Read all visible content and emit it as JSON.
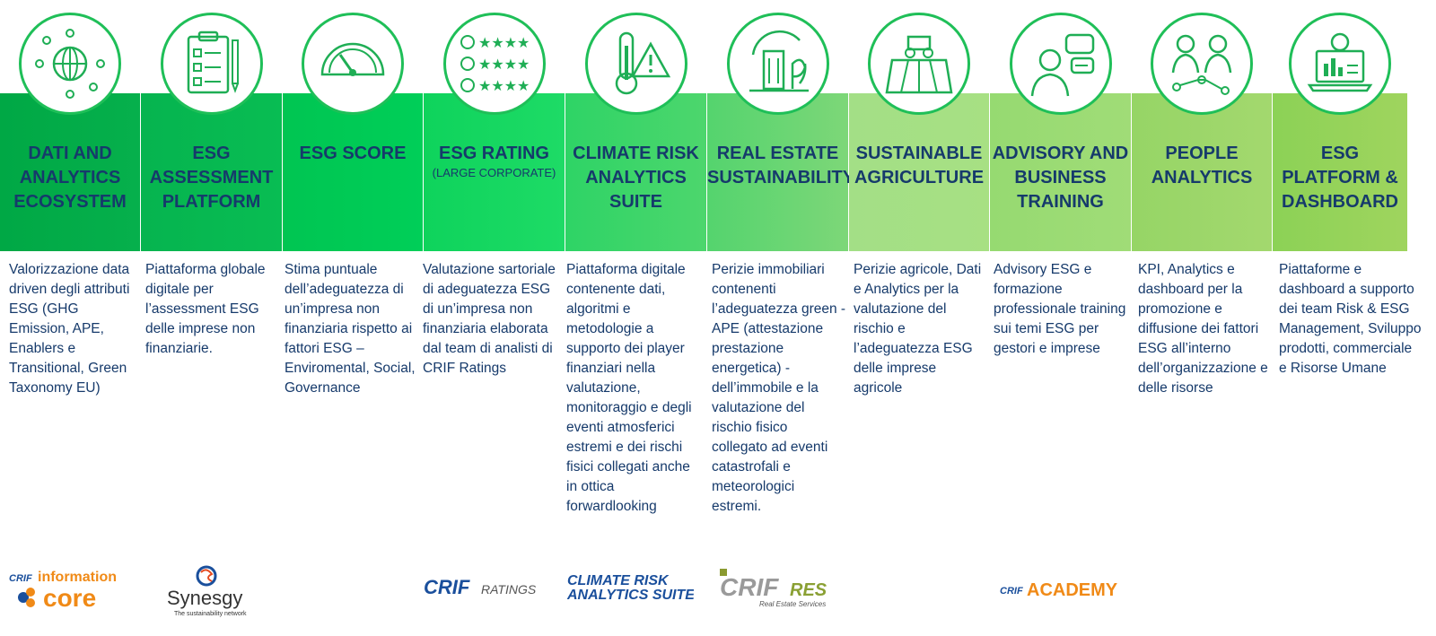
{
  "columns": [
    {
      "title": "DATI AND ANALYTICS ECOSYSTEM",
      "subtitle": "",
      "icon": "globe-network-icon",
      "description": "Valorizzazione data driven degli attributi ESG (GHG Emission, APE,  Enablers e Transitional, Green Taxonomy EU)"
    },
    {
      "title": "ESG ASSESSMENT PLATFORM",
      "subtitle": "",
      "icon": "clipboard-checklist-icon",
      "description": "Piattaforma globale digitale per l’assessment ESG delle imprese non finanziarie."
    },
    {
      "title": "ESG SCORE",
      "subtitle": "",
      "icon": "gauge-icon",
      "description": "Stima puntuale dell’adeguatezza di un’impresa non finanziaria rispetto ai fattori ESG – Enviromental, Social, Governance"
    },
    {
      "title": "ESG RATING",
      "subtitle": "(LARGE CORPORATE)",
      "icon": "star-rating-faces-icon",
      "description": "Valutazione sartoriale di adeguatezza ESG di un’impresa non finanziaria elaborata dal team di analisti di CRIF Ratings"
    },
    {
      "title": "CLIMATE RISK ANALYTICS SUITE",
      "subtitle": "",
      "icon": "thermometer-warning-icon",
      "description": "Piattaforma digitale contenente dati, algoritmi e metodologie a supporto dei player finanziari nella valutazione, monitoraggio e degli eventi atmosferici estremi e dei rischi fisici collegati anche in ottica forwardlooking"
    },
    {
      "title": "REAL ESTATE SUSTAINABILITY",
      "subtitle": "",
      "icon": "green-building-icon",
      "description": "Perizie immobiliari contenenti l’adeguatezza green - APE (attestazione prestazione energetica) - dell’immobile e la valutazione del rischio fisico collegato ad eventi catastrofali e meteorologici estremi."
    },
    {
      "title": "SUSTAINABLE AGRICULTURE",
      "subtitle": "",
      "icon": "tractor-field-icon",
      "description": "Perizie agricole, Dati e Analytics per la valutazione del rischio e l’adeguatezza ESG delle imprese agricole"
    },
    {
      "title": "ADVISORY AND BUSINESS TRAINING",
      "subtitle": "",
      "icon": "advisor-chat-icon",
      "description": "Advisory ESG e formazione professionale training sui temi ESG per gestori e imprese"
    },
    {
      "title": "PEOPLE ANALYTICS",
      "subtitle": "",
      "icon": "people-network-icon",
      "description": "KPI, Analytics e dashboard per la promozione e diffusione dei fattori ESG all’interno dell’organizzazione e delle risorse"
    },
    {
      "title": "ESG PLATFORM & DASHBOARD",
      "subtitle": "",
      "icon": "laptop-dashboard-icon",
      "description": "Piattaforme e dashboard a supporto dei team Risk & ESG Management, Sviluppo prodotti, commerciale e Risorse Umane"
    }
  ],
  "logos": [
    {
      "name": "crif-information-core-logo",
      "line1": "CRIF",
      "line2": "information",
      "line3": "core"
    },
    {
      "name": "synesgy-logo",
      "line1": "Synesgy",
      "line2": "The sustainability network"
    },
    {
      "name": "crif-ratings-logo",
      "line1": "CRIF",
      "line2": "RATINGS"
    },
    {
      "name": "climate-risk-analytics-suite-logo",
      "line1": "CLIMATE RISK",
      "line2": "ANALYTICS SUITE"
    },
    {
      "name": "crif-res-logo",
      "line1": "CRIF",
      "line2": "RES",
      "line3": "Real Estate Services"
    },
    {
      "name": "crif-academy-logo",
      "line1": "CRIF",
      "line2": "ACADEMY"
    }
  ],
  "colors": {
    "title_text": "#163a6b",
    "panel_gradient": [
      "#00a845",
      "#0fc352",
      "#00cc55",
      "#16d65f",
      "#34d86a",
      "#5fd870",
      "#a0de80",
      "#9edb73",
      "#9ed66a",
      "#93cf55"
    ],
    "logo_orange": "#f08a17",
    "logo_blue": "#1a4f9c"
  }
}
